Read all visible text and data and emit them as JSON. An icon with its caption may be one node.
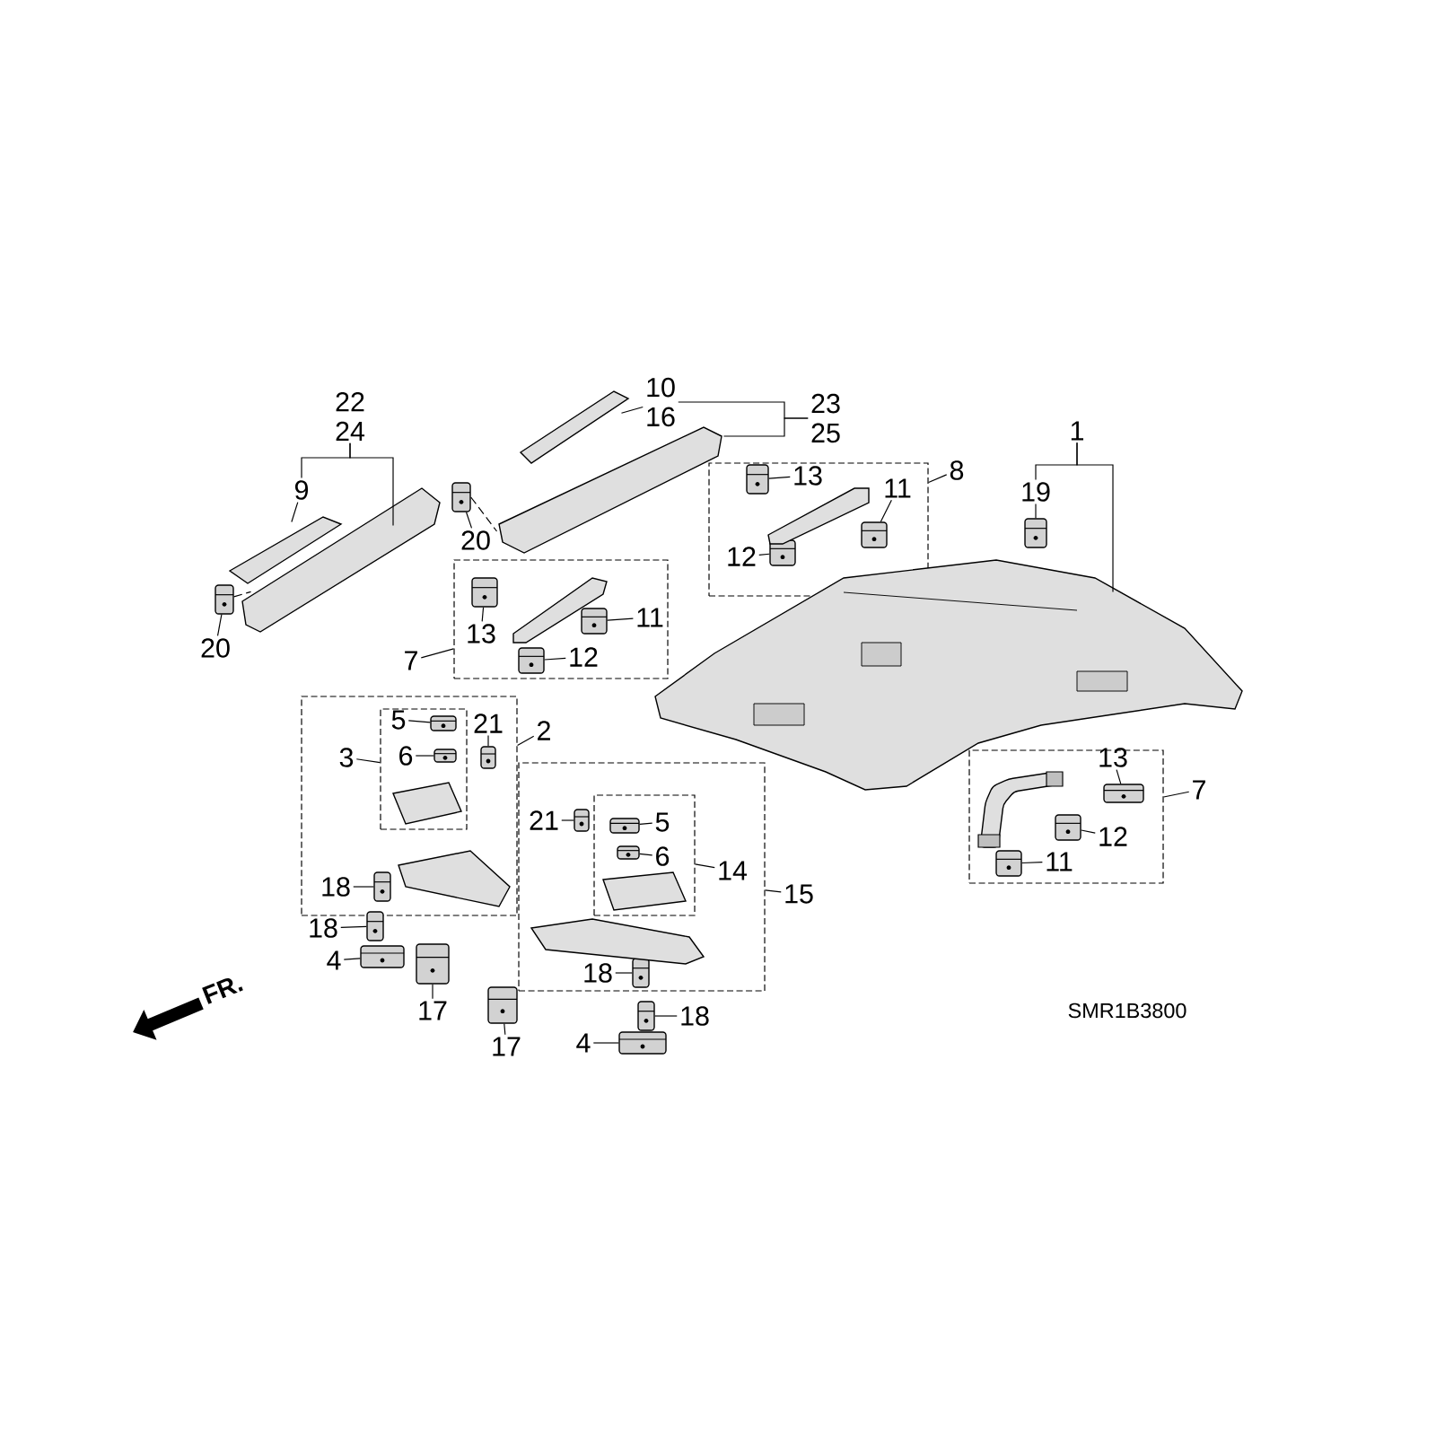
{
  "diagram": {
    "nodes": [
      {
        "text": [],
        "shape": "box"
      },
      {
        "text": [],
        "shape": "box",
        "in": 0
      },
      {
        "text": [],
        "shape": "box"
      },
      {
        "text": [],
        "shape": "box",
        "in": 2
      },
      {
        "text": [],
        "shape": "box"
      },
      {
        "text": [],
        "shape": "box"
      },
      {
        "text": [],
        "shape": "box"
      },
      {
        "text": [],
        "shape": "picture"
      },
      {
        "text": [
          "1"
        ]
      },
      {
        "text": [
          "19"
        ]
      },
      {
        "text": [],
        "shape": "picture"
      },
      {
        "text": [
          "22",
          "24"
        ]
      },
      {
        "text": [],
        "shape": "picture"
      },
      {
        "text": [
          "9"
        ]
      },
      {
        "text": [],
        "shape": "picture"
      },
      {
        "text": [
          "20"
        ]
      },
      {
        "text": [],
        "shape": "picture"
      },
      {
        "text": [
          "10",
          "16"
        ]
      },
      {
        "text": [],
        "shape": "picture"
      },
      {
        "text": [
          "23",
          "25"
        ]
      },
      {
        "text": [],
        "shape": "picture"
      },
      {
        "text": [
          "20"
        ]
      },
      {
        "text": [],
        "shape": "picture"
      },
      {
        "text": [
          "8"
        ]
      },
      {
        "text": [
          "13"
        ],
        "in": 6
      },
      {
        "text": [],
        "shape": "picture",
        "in": 6
      },
      {
        "text": [
          "11"
        ],
        "in": 6
      },
      {
        "text": [],
        "shape": "picture",
        "in": 6
      },
      {
        "text": [
          "12"
        ],
        "in": 6
      },
      {
        "text": [],
        "shape": "picture",
        "in": 6
      },
      {
        "text": [
          "7"
        ]
      },
      {
        "text": [
          "13"
        ],
        "in": 5
      },
      {
        "text": [],
        "shape": "picture",
        "in": 5
      },
      {
        "text": [
          "12"
        ],
        "in": 5
      },
      {
        "text": [],
        "shape": "picture",
        "in": 5
      },
      {
        "text": [
          "11"
        ],
        "in": 5
      },
      {
        "text": [],
        "shape": "picture",
        "in": 5
      },
      {
        "text": [
          "2"
        ]
      },
      {
        "text": [
          "3"
        ],
        "in": 0
      },
      {
        "text": [
          "5"
        ],
        "in": 1
      },
      {
        "text": [],
        "shape": "picture",
        "in": 1
      },
      {
        "text": [
          "6"
        ],
        "in": 1
      },
      {
        "text": [],
        "shape": "picture",
        "in": 1
      },
      {
        "text": [
          "21"
        ],
        "in": 0
      },
      {
        "text": [],
        "shape": "picture",
        "in": 0
      },
      {
        "text": [
          "18"
        ],
        "in": 0
      },
      {
        "text": [],
        "shape": "picture",
        "in": 0
      },
      {
        "text": [
          "18"
        ]
      },
      {
        "text": [],
        "shape": "picture"
      },
      {
        "text": [
          "4"
        ]
      },
      {
        "text": [],
        "shape": "picture"
      },
      {
        "text": [
          "17"
        ]
      },
      {
        "text": [],
        "shape": "picture"
      },
      {
        "text": [
          "17"
        ]
      },
      {
        "text": [],
        "shape": "picture"
      },
      {
        "text": [
          "15"
        ]
      },
      {
        "text": [
          "14"
        ],
        "in": 2
      },
      {
        "text": [
          "21"
        ],
        "in": 2
      },
      {
        "text": [],
        "shape": "picture",
        "in": 2
      },
      {
        "text": [
          "5"
        ],
        "in": 3
      },
      {
        "text": [],
        "shape": "picture",
        "in": 3
      },
      {
        "text": [
          "6"
        ],
        "in": 3
      },
      {
        "text": [],
        "shape": "picture",
        "in": 3
      },
      {
        "text": [
          "18"
        ],
        "in": 2
      },
      {
        "text": [],
        "shape": "picture",
        "in": 2
      },
      {
        "text": [
          "18"
        ]
      },
      {
        "text": [],
        "shape": "picture"
      },
      {
        "text": [
          "4"
        ]
      },
      {
        "text": [],
        "shape": "picture"
      },
      {
        "text": [
          "7"
        ]
      },
      {
        "text": [
          "13"
        ],
        "in": 4
      },
      {
        "text": [],
        "shape": "picture",
        "in": 4
      },
      {
        "text": [
          "12"
        ],
        "in": 4
      },
      {
        "text": [],
        "shape": "picture",
        "in": 4
      },
      {
        "text": [
          "11"
        ],
        "in": 4
      },
      {
        "text": [],
        "shape": "picture",
        "in": 4
      }
    ],
    "edges": [
      {
        "from": 8,
        "to": 7,
        "arrow": "none"
      },
      {
        "from": 9,
        "to": 10,
        "arrow": "none"
      },
      {
        "from": 11,
        "to": 12,
        "arrow": "none"
      },
      {
        "from": 13,
        "to": 14,
        "arrow": "none"
      },
      {
        "from": 15,
        "to": 16,
        "arrow": "none"
      },
      {
        "from": 16,
        "to": 12,
        "arrow": "none",
        "style": "dashed"
      },
      {
        "from": 17,
        "to": 18,
        "arrow": "none"
      },
      {
        "from": 19,
        "to": 20,
        "arrow": "none"
      },
      {
        "from": 21,
        "to": 22,
        "arrow": "none"
      },
      {
        "from": 22,
        "to": 20,
        "arrow": "none",
        "style": "dashed"
      },
      {
        "from": 23,
        "to": 6,
        "arrow": "none"
      },
      {
        "from": 24,
        "to": 25,
        "arrow": "none"
      },
      {
        "from": 26,
        "to": 27,
        "arrow": "none"
      },
      {
        "from": 28,
        "to": 29,
        "arrow": "none"
      },
      {
        "from": 30,
        "to": 5,
        "arrow": "none"
      },
      {
        "from": 31,
        "to": 32,
        "arrow": "none"
      },
      {
        "from": 33,
        "to": 34,
        "arrow": "none"
      },
      {
        "from": 35,
        "to": 36,
        "arrow": "none"
      },
      {
        "from": 37,
        "to": 0,
        "arrow": "none"
      },
      {
        "from": 38,
        "to": 1,
        "arrow": "none"
      },
      {
        "from": 39,
        "to": 40,
        "arrow": "none"
      },
      {
        "from": 41,
        "to": 42,
        "arrow": "none"
      },
      {
        "from": 43,
        "to": 44,
        "arrow": "none"
      },
      {
        "from": 45,
        "to": 46,
        "arrow": "none"
      },
      {
        "from": 47,
        "to": 48,
        "arrow": "none"
      },
      {
        "from": 49,
        "to": 50,
        "arrow": "none"
      },
      {
        "from": 51,
        "to": 52,
        "arrow": "none"
      },
      {
        "from": 53,
        "to": 54,
        "arrow": "none"
      },
      {
        "from": 55,
        "to": 2,
        "arrow": "none"
      },
      {
        "from": 56,
        "to": 3,
        "arrow": "none"
      },
      {
        "from": 57,
        "to": 58,
        "arrow": "none"
      },
      {
        "from": 59,
        "to": 60,
        "arrow": "none"
      },
      {
        "from": 61,
        "to": 62,
        "arrow": "none"
      },
      {
        "from": 63,
        "to": 64,
        "arrow": "none"
      },
      {
        "from": 65,
        "to": 66,
        "arrow": "none"
      },
      {
        "from": 67,
        "to": 68,
        "arrow": "none"
      },
      {
        "from": 69,
        "to": 4,
        "arrow": "none"
      },
      {
        "from": 70,
        "to": 71,
        "arrow": "none"
      },
      {
        "from": 72,
        "to": 73,
        "arrow": "none"
      },
      {
        "from": 74,
        "to": 75,
        "arrow": "none"
      },
      {
        "from": 8,
        "to": 9,
        "arrow": "none"
      },
      {
        "from": 11,
        "to": 13,
        "arrow": "none"
      },
      {
        "from": 17,
        "to": 19,
        "arrow": "none"
      }
    ],
    "labels": [
      "FR.",
      "SMR1B3800"
    ]
  }
}
